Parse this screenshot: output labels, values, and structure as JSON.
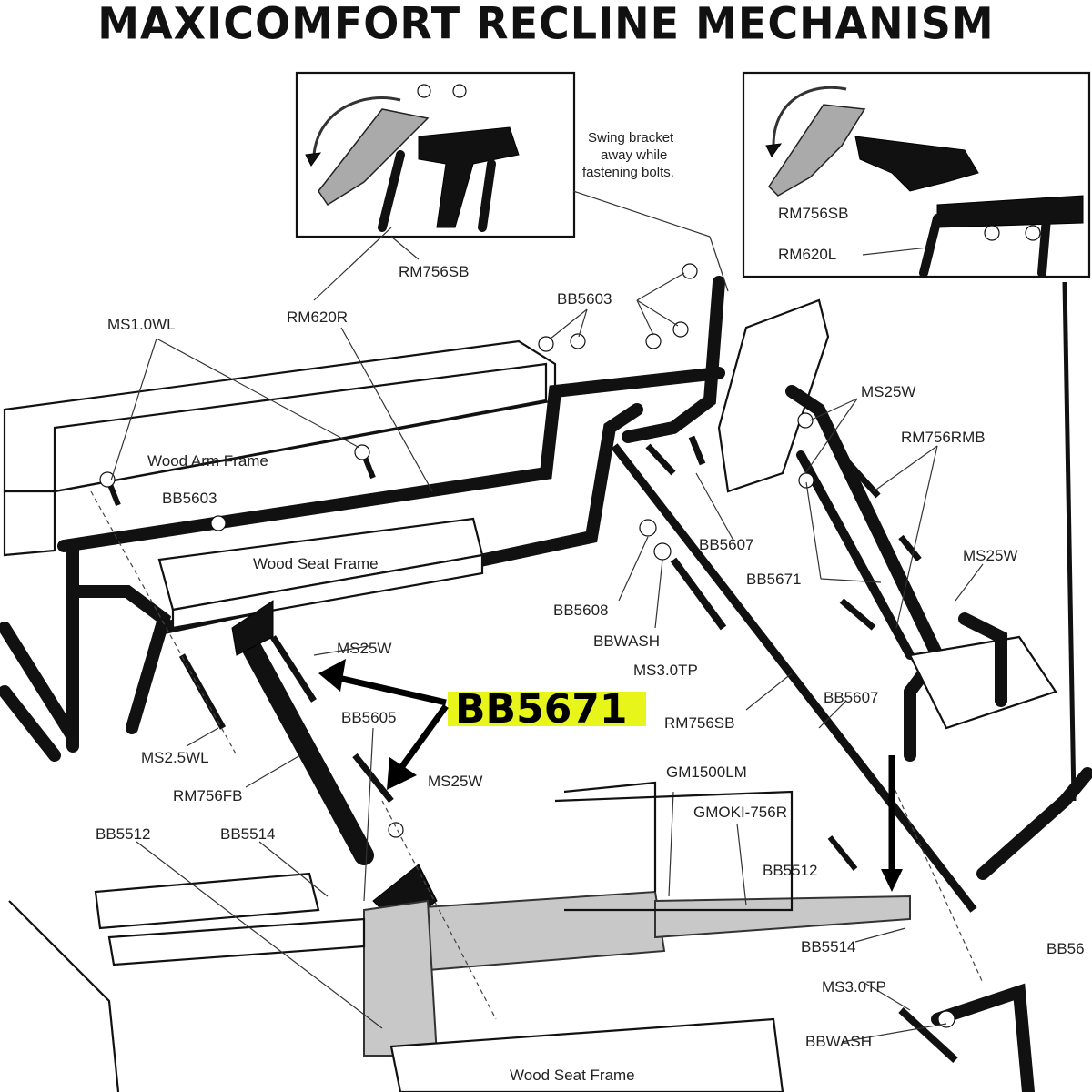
{
  "title": "MAXICOMFORT RECLINE MECHANISM",
  "inset_note": "Swing bracket away while fastening bolts.",
  "highlight_part": "BB5671",
  "labels": {
    "rm756sb_inset_left": "RM756SB",
    "rm756sb_inset_right": "RM756SB",
    "rm620l": "RM620L",
    "rm620r": "RM620R",
    "ms1_0wl": "MS1.0WL",
    "bb5603_top": "BB5603",
    "bb5603_left": "BB5603",
    "ms25w_top": "MS25W",
    "rm756rmb": "RM756RMB",
    "wood_arm_frame": "Wood Arm Frame",
    "wood_seat_frame_top": "Wood Seat Frame",
    "bb5607_mid": "BB5607",
    "bb5671_small": "BB5671",
    "ms25w_right": "MS25W",
    "bb5608": "BB5608",
    "bbwash_mid": "BBWASH",
    "ms3_0tp_mid": "MS3.0TP",
    "ms25w_left": "MS25W",
    "bb5605": "BB5605",
    "rm756sb_mid": "RM756SB",
    "bb5607_right": "BB5607",
    "ms2_5wl": "MS2.5WL",
    "ms25w_lower": "MS25W",
    "rm756fb": "RM756FB",
    "gm1500lm": "GM1500LM",
    "gmoki_756r": "GMOKI-756R",
    "bb5512_left": "BB5512",
    "bb5514_left": "BB5514",
    "bb5512_right": "BB5512",
    "bb5514_right": "BB5514",
    "bb56_cut": "BB56",
    "ms3_0tp_low": "MS3.0TP",
    "bbwash_low": "BBWASH",
    "wood_seat_frame_bottom": "Wood Seat Frame"
  },
  "colors": {
    "highlight": "#e8f51a",
    "actuator": "#c8c8c8"
  }
}
